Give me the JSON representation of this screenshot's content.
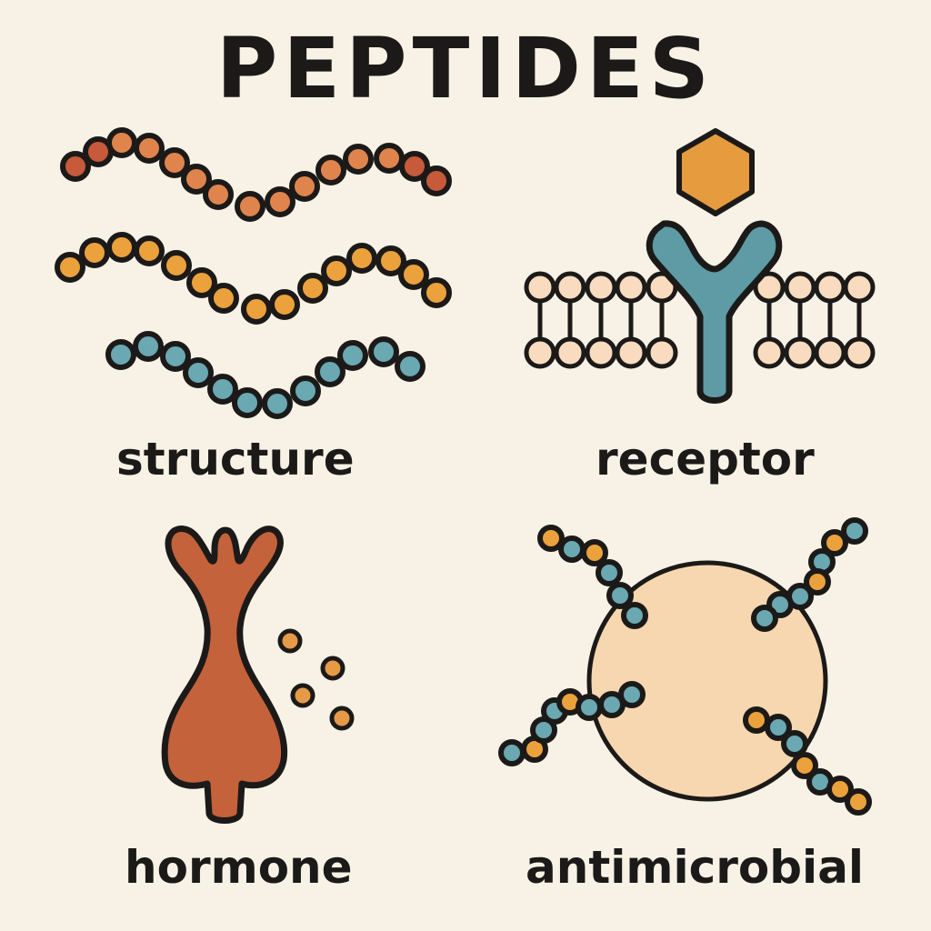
{
  "title": "PEPTIDES",
  "panels": [
    {
      "id": "structure",
      "label": "structure",
      "icon": "peptide-chains-icon"
    },
    {
      "id": "receptor",
      "label": "receptor",
      "icon": "membrane-receptor-icon"
    },
    {
      "id": "hormone",
      "label": "hormone",
      "icon": "hormone-gland-icon"
    },
    {
      "id": "antimicrobial",
      "label": "antimicrobial",
      "icon": "antimicrobial-cell-icon"
    }
  ],
  "colors": {
    "background": "#f8f2e6",
    "outline": "#1c1a18",
    "chain_red": "#c65a3a",
    "chain_coral": "#e0844e",
    "chain_orange": "#eba23c",
    "chain_teal": "#6aa8b2",
    "receptor_teal": "#5e9ba5",
    "ligand_orange": "#e69c3e",
    "lipid_head": "#f9dcc0",
    "hormone_body": "#c4623c",
    "hormone_granule": "#e69a48",
    "cell_fill": "#f7d7b0"
  }
}
